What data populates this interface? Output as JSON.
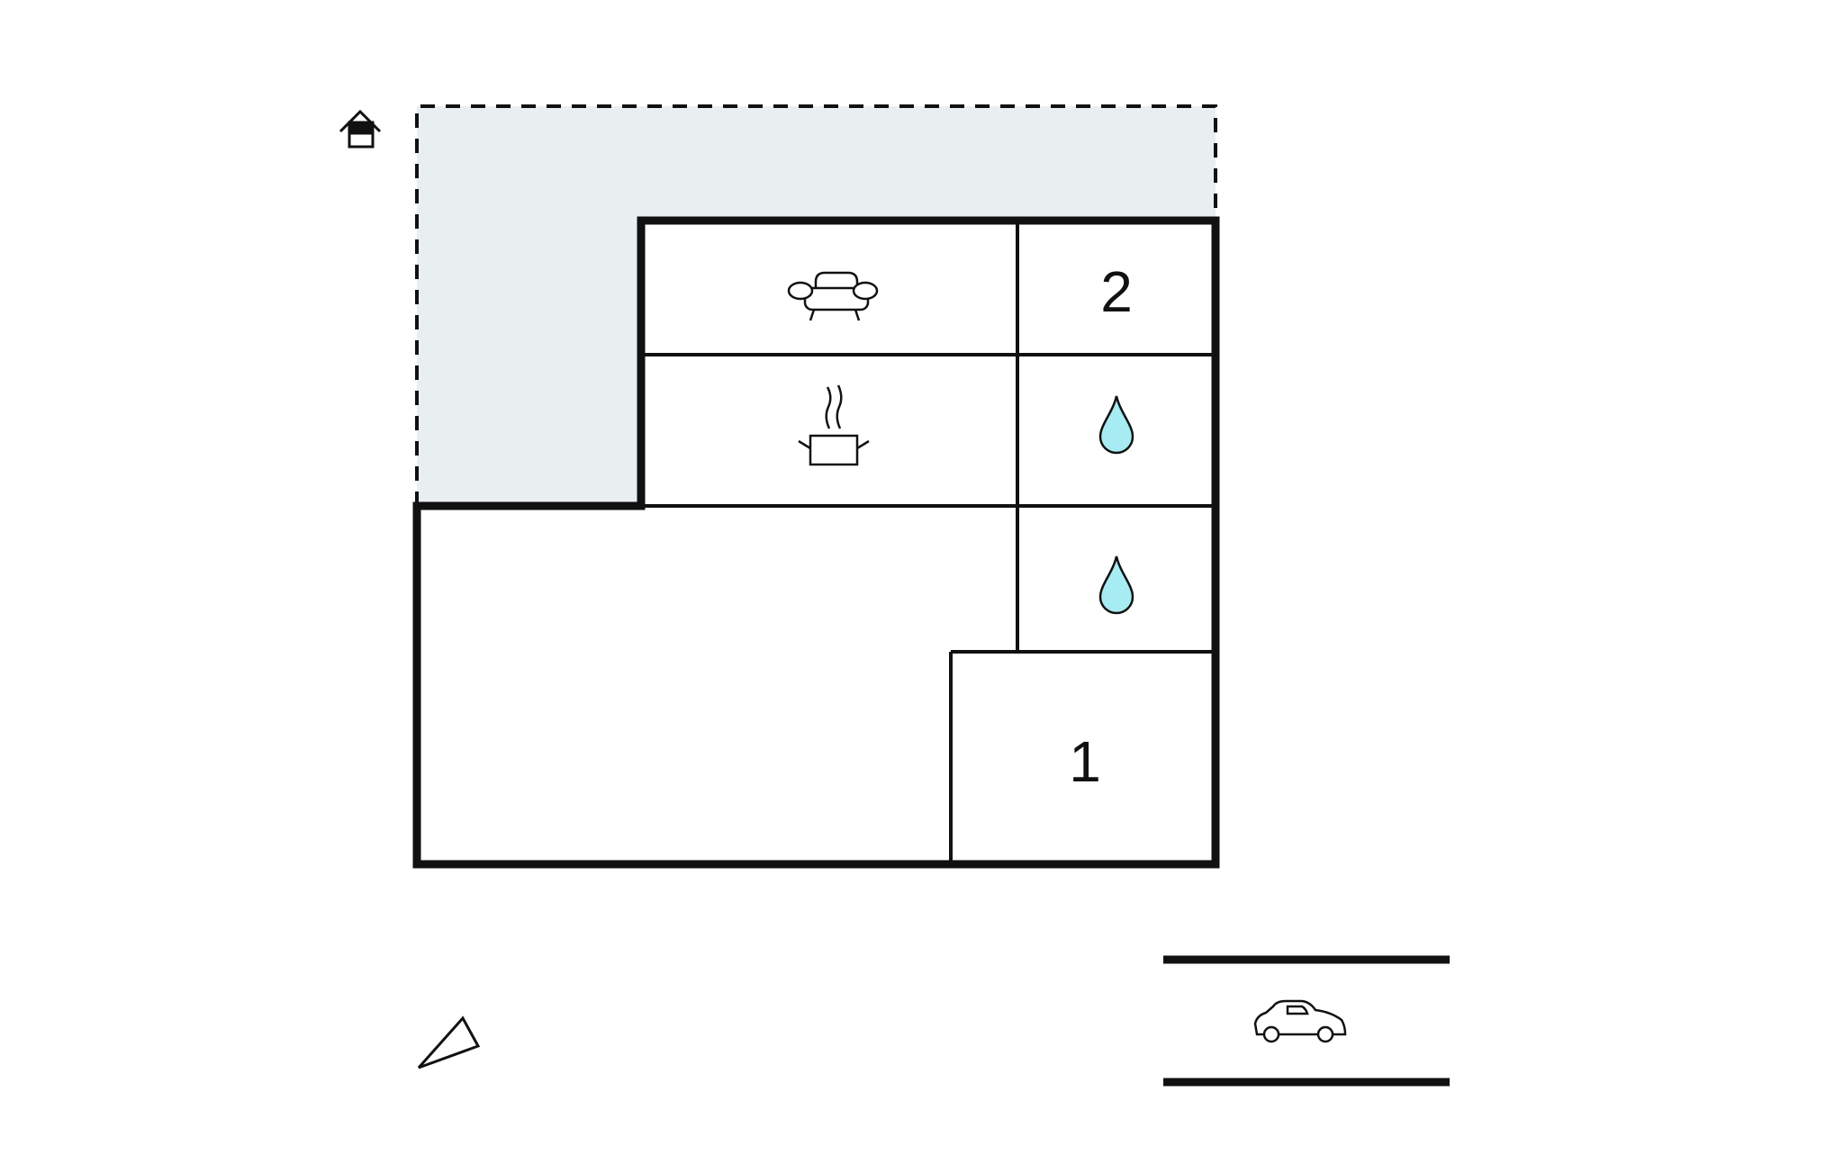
{
  "floorplan": {
    "rooms": [
      {
        "id": "living",
        "icon": "sofa-icon"
      },
      {
        "id": "bedroom-2",
        "label": "2"
      },
      {
        "id": "kitchen",
        "icon": "cooking-pot-icon"
      },
      {
        "id": "bathroom-a",
        "icon": "water-drop-icon"
      },
      {
        "id": "bathroom-b",
        "icon": "water-drop-icon"
      },
      {
        "id": "bedroom-1",
        "label": "1"
      },
      {
        "id": "main-area"
      }
    ],
    "terrace": {
      "fill": "#e9eff0"
    },
    "water_color": "#a6ecf2",
    "icons": [
      "house-entrance-icon",
      "compass-north-icon",
      "parking-car-icon"
    ]
  }
}
